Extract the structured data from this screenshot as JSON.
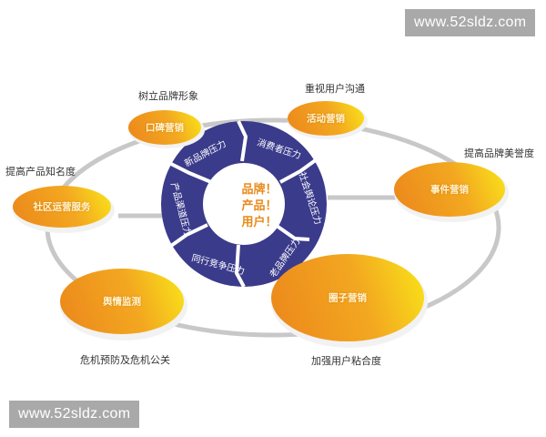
{
  "watermarks": {
    "top_right": "www.52sldz.com",
    "bottom_left": "www.52sldz.com"
  },
  "center": {
    "lines": [
      "品牌！",
      "产品！",
      "用户！"
    ]
  },
  "inner_ring": {
    "color": "#3b3b8c",
    "segments": [
      {
        "label": "新品牌压力"
      },
      {
        "label": "消费者压力"
      },
      {
        "label": "社会舆论压力"
      },
      {
        "label": "老品牌压力"
      },
      {
        "label": "同行竞争压力"
      },
      {
        "label": "产品渠道压力"
      }
    ]
  },
  "outer_nodes": [
    {
      "label": "口碑营销",
      "caption": "树立品牌形象"
    },
    {
      "label": "活动营销",
      "caption": "重视用户沟通"
    },
    {
      "label": "事件营销",
      "caption": "提高品牌美誉度"
    },
    {
      "label": "圈子营销",
      "caption": "加强用户粘合度"
    },
    {
      "label": "舆情监测",
      "caption": "危机预防及危机公关"
    },
    {
      "label": "社区运营服务",
      "caption": "提高产品知名度"
    }
  ],
  "colors": {
    "orange": "#f0a020",
    "yellow": "#f7d21a",
    "ring": "#c8c8c8",
    "navy": "#3b3b8c"
  }
}
